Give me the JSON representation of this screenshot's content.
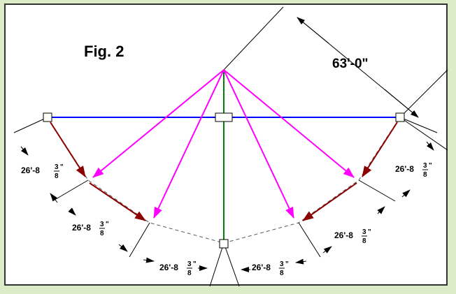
{
  "figure": {
    "title": "Fig. 2"
  },
  "dimensions": {
    "overall": "63'-0\"",
    "segment_whole": "26'-8",
    "segment_numerator": "3",
    "segment_denominator": "8",
    "segment_inch_mark": "\""
  },
  "colors": {
    "background": "#dcebc8",
    "horizontal_line": "#0000ff",
    "vertical_line": "#008000",
    "radial_arrows": "#ff00ff",
    "chord_arrows": "#8b0000",
    "dimension_lines": "#000000"
  }
}
